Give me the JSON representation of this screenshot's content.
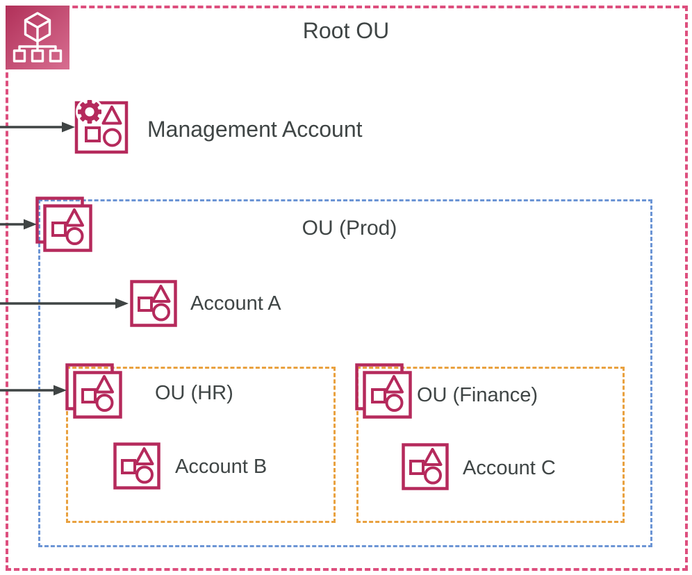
{
  "diagram": {
    "root_ou": {
      "label": "Root OU"
    },
    "management_account": {
      "label": "Management Account"
    },
    "ou_prod": {
      "label": "OU (Prod)"
    },
    "account_a": {
      "label": "Account A"
    },
    "ou_hr": {
      "label": "OU (HR)"
    },
    "account_b": {
      "label": "Account B"
    },
    "ou_finance": {
      "label": "OU (Finance)"
    },
    "account_c": {
      "label": "Account C"
    }
  },
  "icons": {
    "organizations_badge": "aws-organizations-icon (cube over org-tree)",
    "management_account": "management-account-icon (gear, triangle, square, circle)",
    "organizational_unit": "organizational-unit-icon (stacked squares with shapes)",
    "member_account": "account-icon (square with square, triangle, circle)"
  },
  "colors": {
    "bg": "#FFFFFF",
    "outer_border": "#DD4F7E",
    "prod_border": "#6C95D5",
    "child_border": "#E9A13F",
    "icon_stroke": "#B52A5C",
    "icon_grad_start": "#B13059",
    "icon_grad_end": "#D76E90",
    "text": "#3F4545",
    "arrow": "#3F4444"
  }
}
